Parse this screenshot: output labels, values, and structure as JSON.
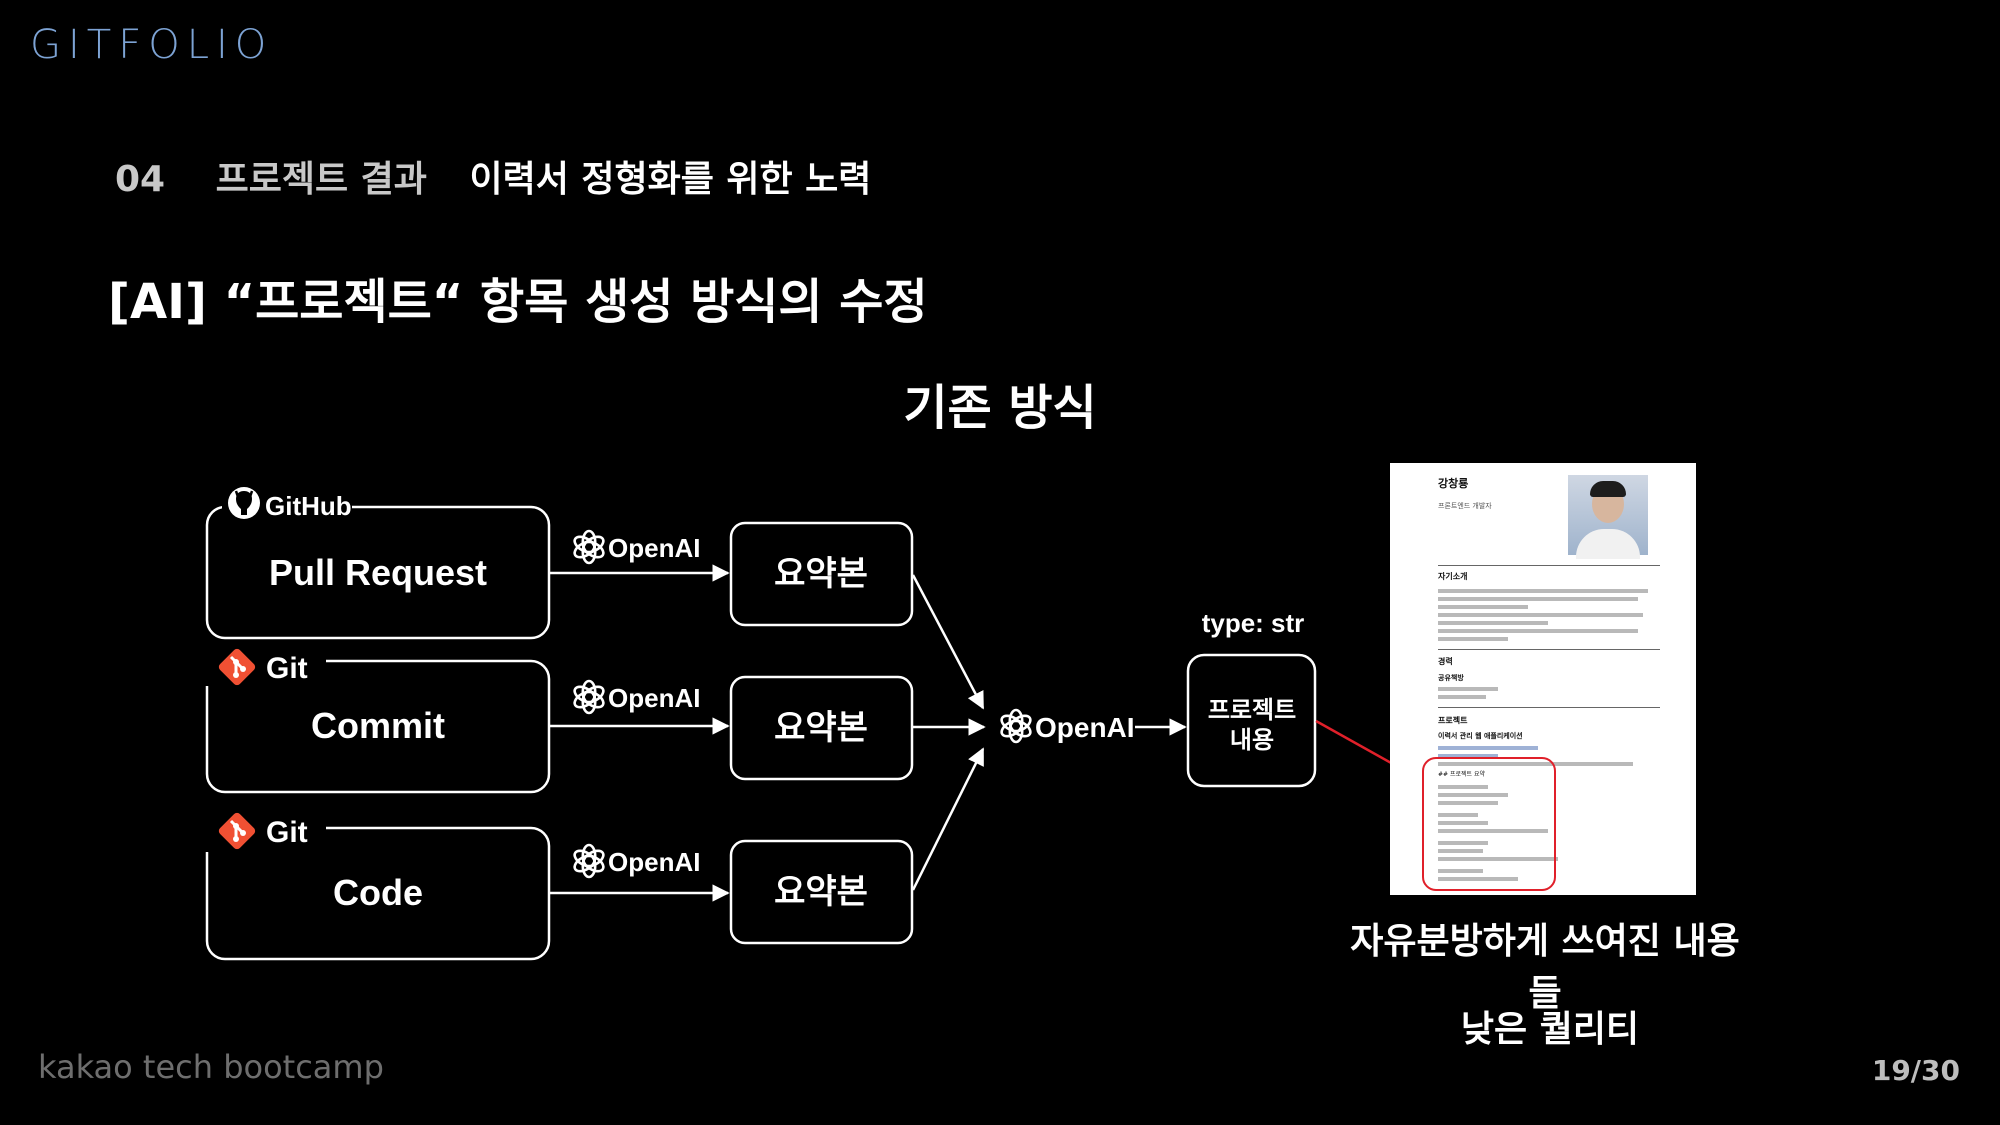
{
  "brand": {
    "logo": "GITFOLIO",
    "footer": "kakao tech bootcamp"
  },
  "section": {
    "number": "04",
    "name": "프로젝트 결과",
    "subtitle": "이력서 정형화를 위한 노력"
  },
  "slide_title": "[AI] “프로젝트“ 항목 생성 방식의 수정",
  "diagram_heading": "기존 방식",
  "pager": "19/30",
  "sources": [
    {
      "provider": "GitHub",
      "label": "Pull Request"
    },
    {
      "provider": "Git",
      "label": "Commit"
    },
    {
      "provider": "Git",
      "label": "Code"
    }
  ],
  "openai_label": "OpenAI",
  "summary_label": "요약본",
  "type_label": "type: str",
  "output_label": [
    "프로젝트",
    "내용"
  ],
  "captions": {
    "free_form": "자유분방하게 쓰여진 내용들",
    "quality": "낮은 퀄리티"
  },
  "resume": {
    "name": "강창룡",
    "role": "프론트엔드 개발자",
    "sections": [
      "자기소개",
      "경력",
      "공유책방",
      "프로젝트"
    ],
    "project_title": "이력서 관리 웹 애플리케이션",
    "bullet_heading": "## 프로젝트 요약"
  },
  "colors": {
    "accent_red": "#e0202a",
    "git_orange": "#f05033",
    "logo_blue": "#7da3d4"
  }
}
